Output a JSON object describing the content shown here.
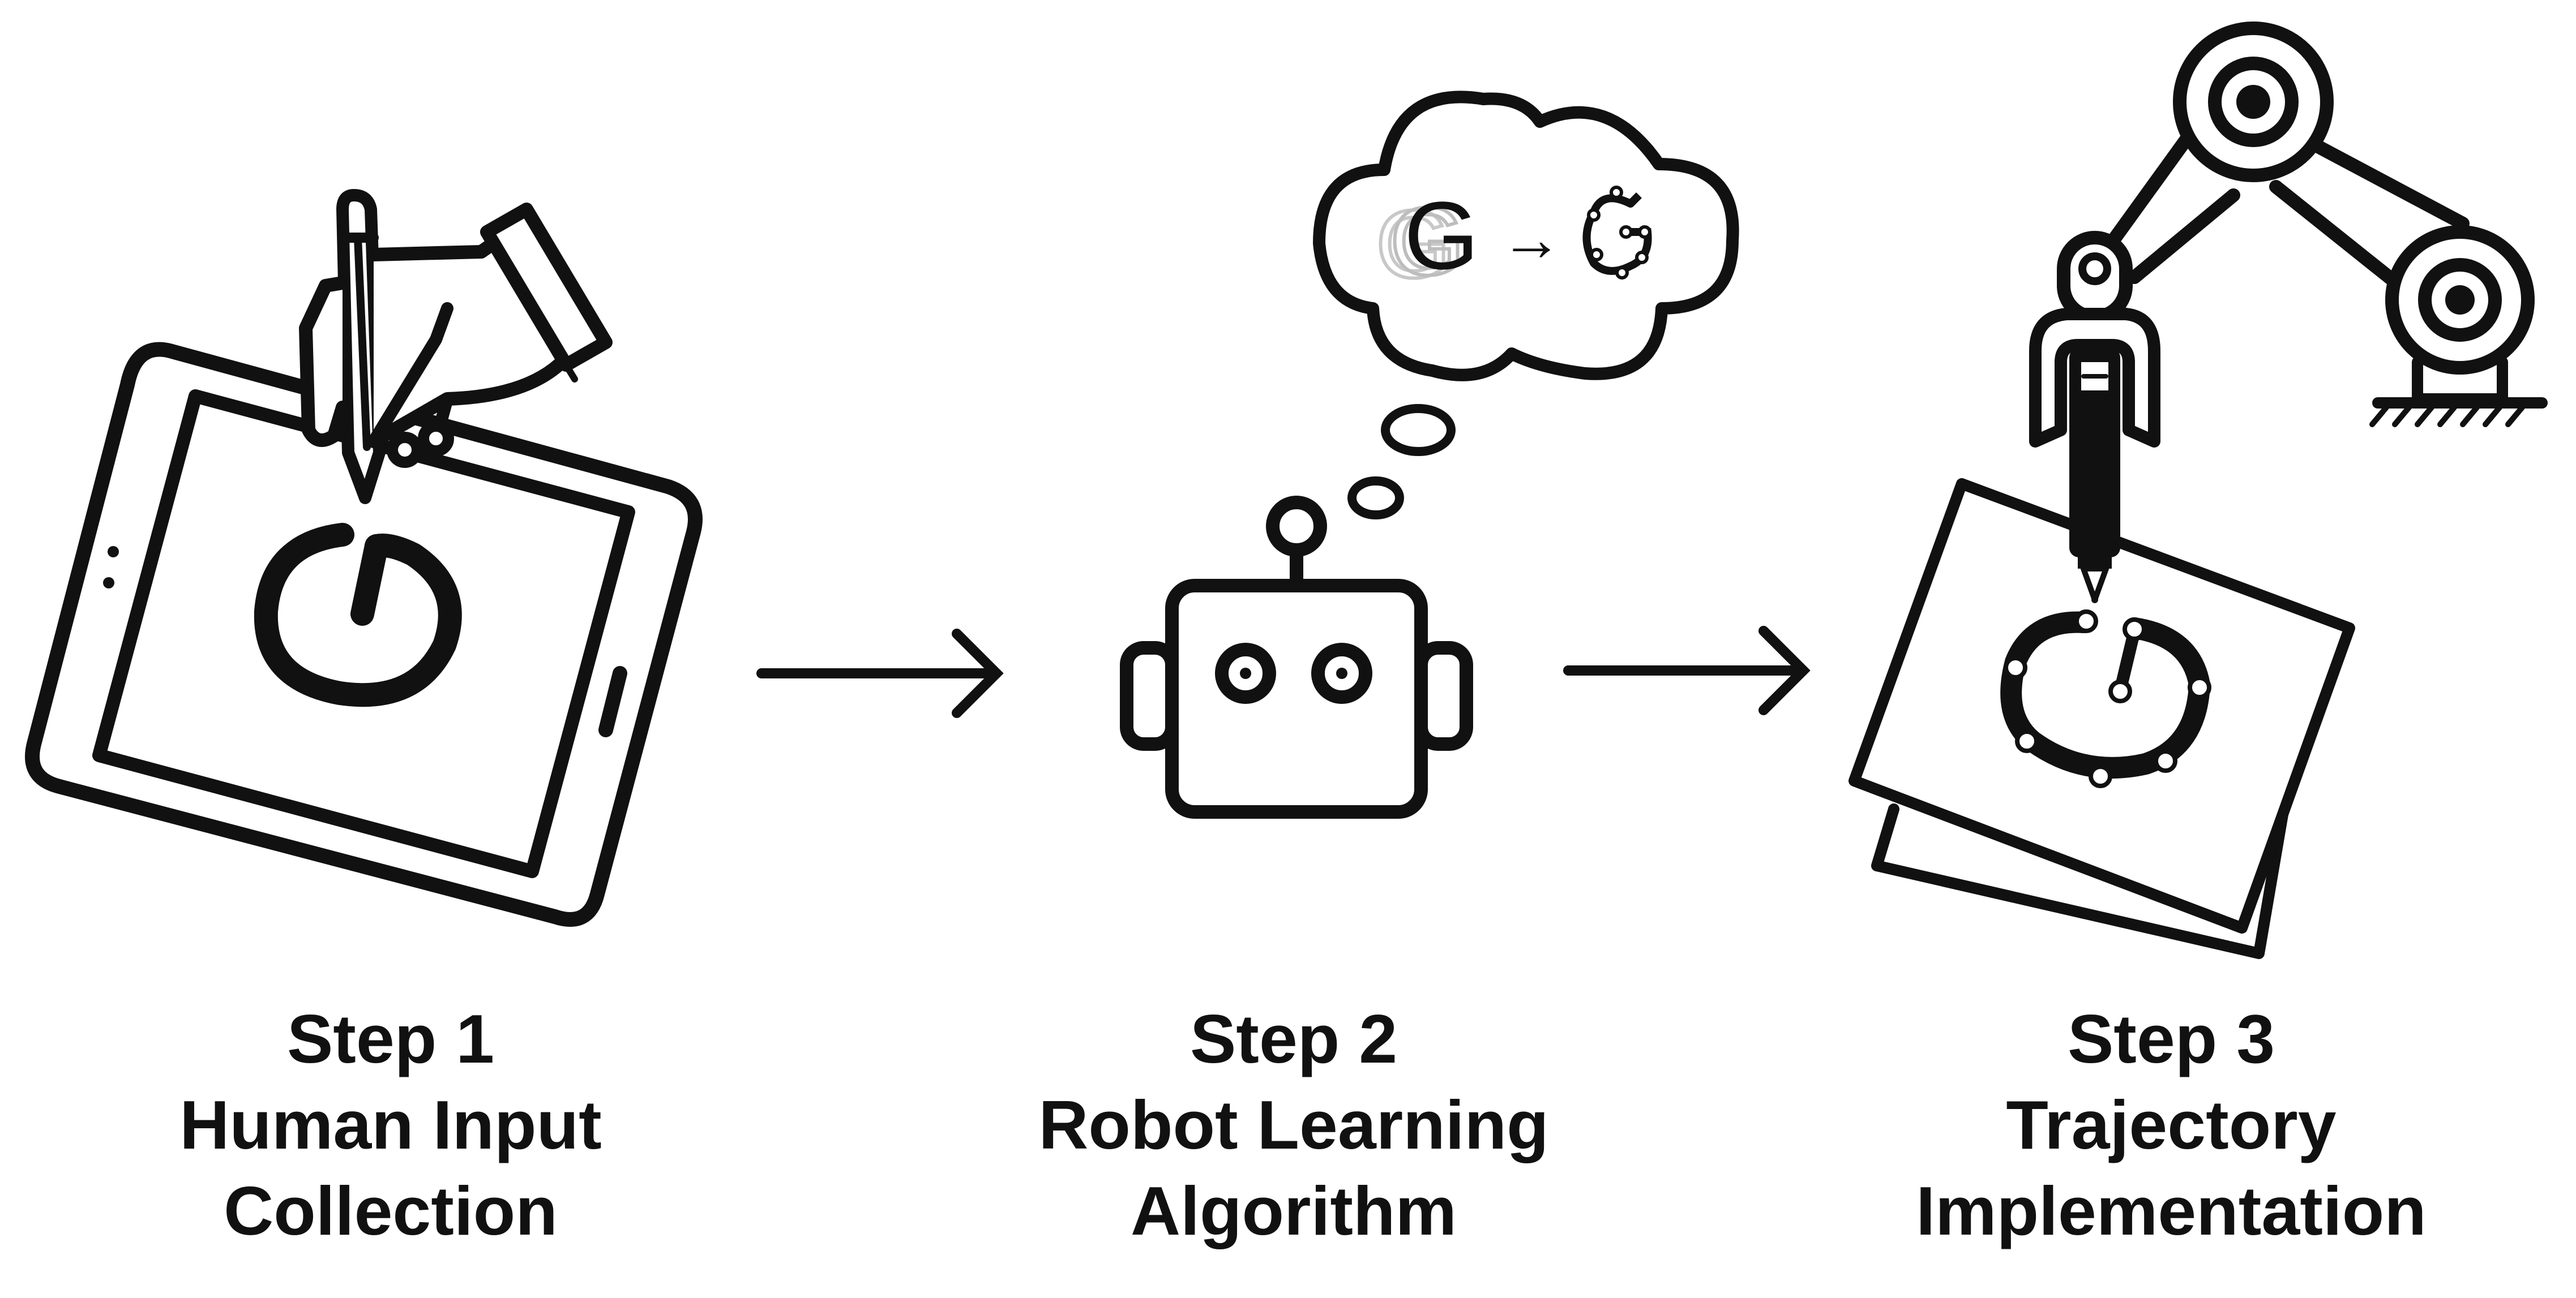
{
  "colors": {
    "ink": "#111111",
    "faded_glyph": "#c8c8c8",
    "background": "#ffffff"
  },
  "steps": [
    {
      "number": "Step 1",
      "line1": "Human Input",
      "line2": "Collection"
    },
    {
      "number": "Step 2",
      "line1": "Robot Learning",
      "line2": "Algorithm"
    },
    {
      "number": "Step 3",
      "line1": "Trajectory",
      "line2": "Implementation"
    }
  ],
  "thought_bubble": {
    "source_glyph": "G",
    "arrow_glyph": "→"
  },
  "tablet_glyph": "G"
}
